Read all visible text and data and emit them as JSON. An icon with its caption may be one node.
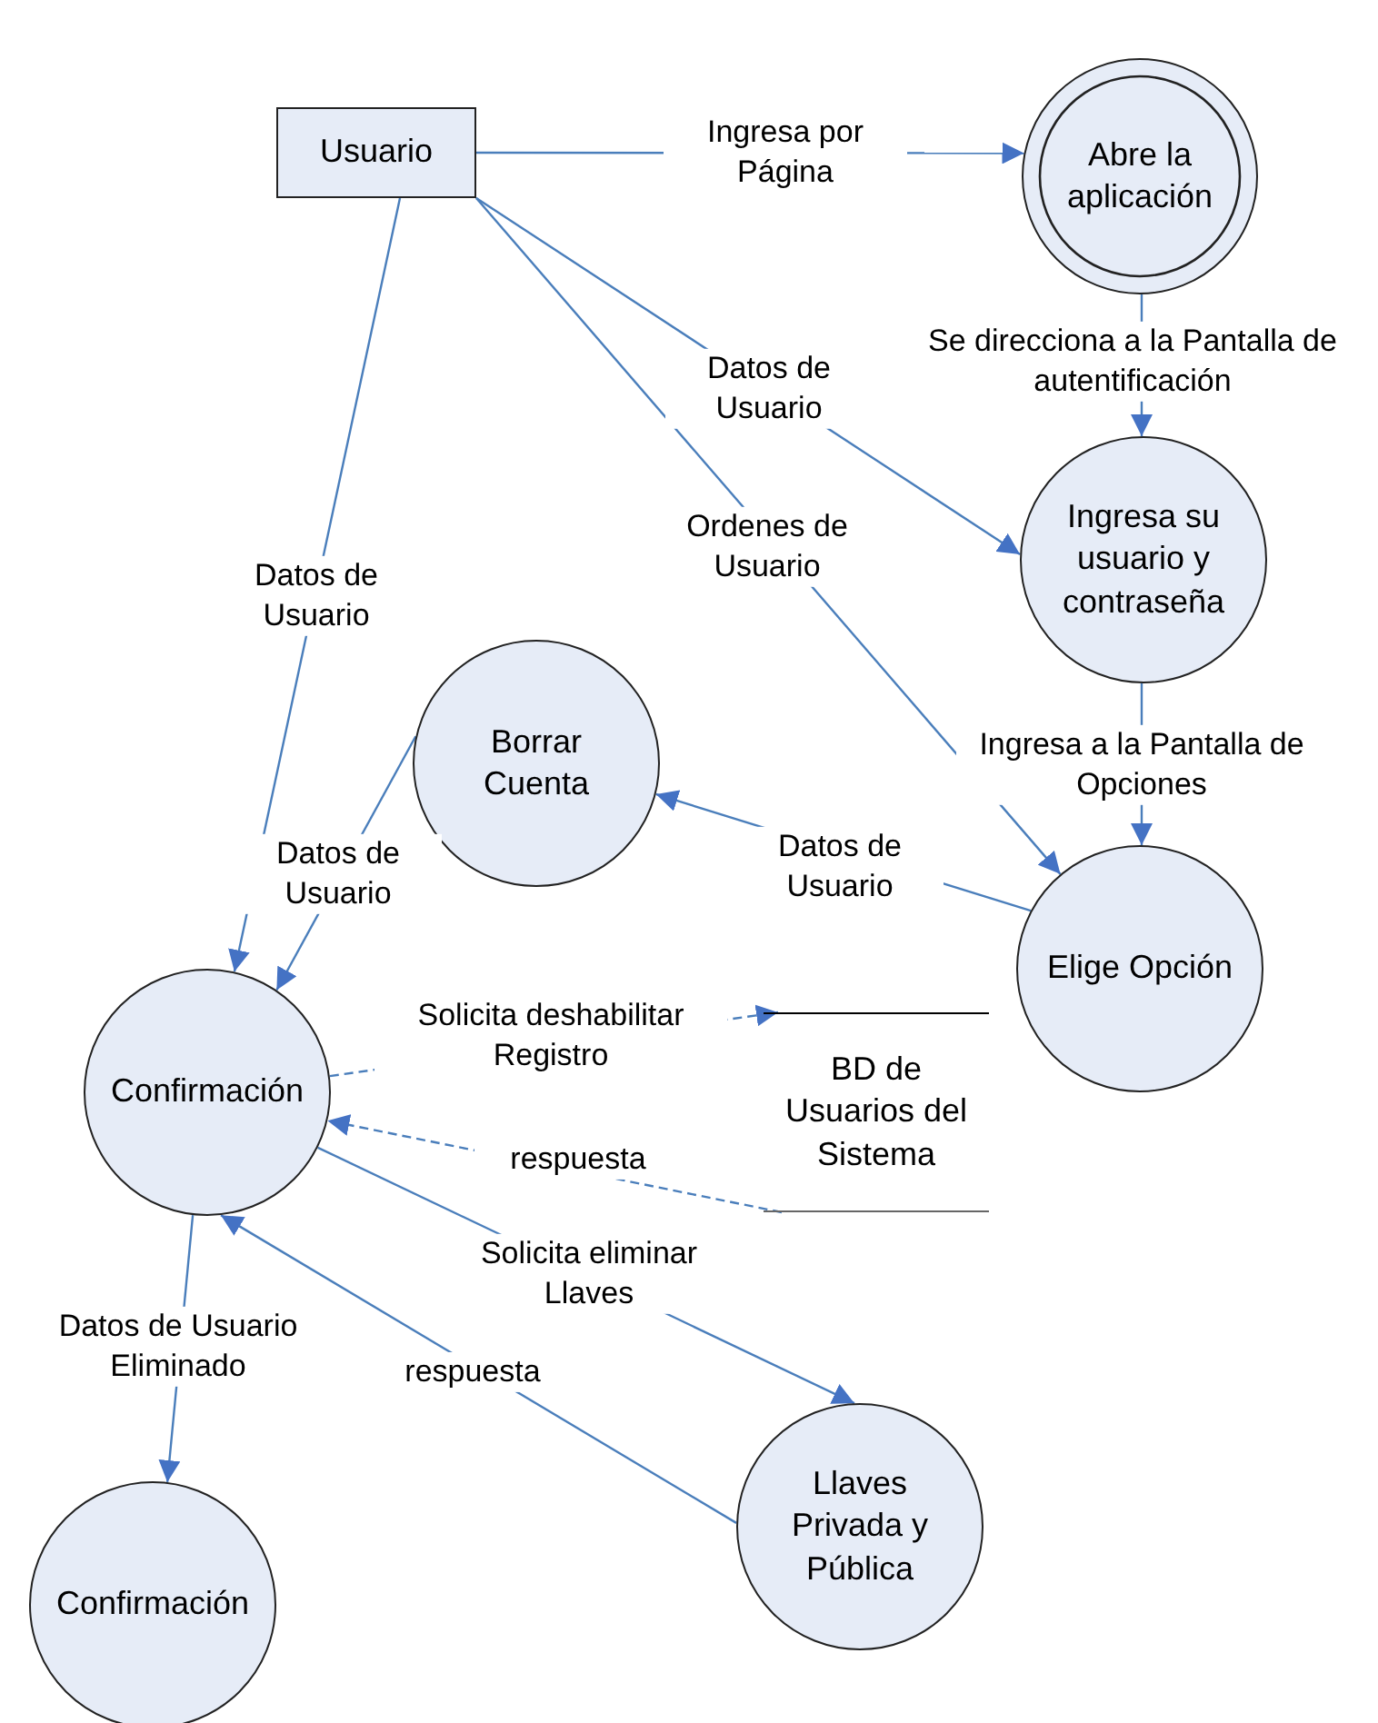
{
  "diagram": {
    "nodes": [
      {
        "text": [
          "Usuario"
        ]
      },
      {
        "text": [
          "Abre la aplicación"
        ]
      },
      {
        "text": [
          "Ingresa su usuario y contraseña"
        ]
      },
      {
        "text": [
          "Borrar Cuenta"
        ]
      },
      {
        "text": [
          "Elige Opción"
        ]
      },
      {
        "text": [
          "Confirmación"
        ]
      },
      {
        "text": [
          "BD de Usuarios del Sistema"
        ]
      },
      {
        "text": [
          "Llaves Privada y Pública"
        ]
      },
      {
        "text": [
          "Confirmación"
        ]
      }
    ],
    "edges": [
      {
        "from": 0,
        "to": 1,
        "arrow": "to",
        "label": "Ingresa por Página"
      },
      {
        "from": 1,
        "to": 2,
        "arrow": "to",
        "label": "Se direcciona a la Pantalla de autentificación"
      },
      {
        "from": 0,
        "to": 2,
        "arrow": "to",
        "label": "Datos de Usuario"
      },
      {
        "from": 0,
        "to": 4,
        "arrow": "to",
        "label": "Ordenes de Usuario"
      },
      {
        "from": 0,
        "to": 5,
        "arrow": "to",
        "label": "Datos de Usuario"
      },
      {
        "from": 2,
        "to": 4,
        "arrow": "to",
        "label": "Ingresa a la Pantalla de Opciones"
      },
      {
        "from": 4,
        "to": 3,
        "arrow": "to",
        "label": "Datos de Usuario"
      },
      {
        "from": 3,
        "to": 5,
        "arrow": "to",
        "label": "Datos de Usuario"
      },
      {
        "from": 5,
        "to": 6,
        "arrow": "to",
        "label": "Solicita deshabilitar Registro",
        "style": "dashed"
      },
      {
        "from": 6,
        "to": 5,
        "arrow": "to",
        "label": "respuesta",
        "style": "dashed"
      },
      {
        "from": 5,
        "to": 7,
        "arrow": "to",
        "label": "Solicita eliminar Llaves"
      },
      {
        "from": 7,
        "to": 5,
        "arrow": "to",
        "label": "respuesta"
      },
      {
        "from": 5,
        "to": 8,
        "arrow": "to",
        "label": "Datos de Usuario Eliminado"
      }
    ]
  }
}
